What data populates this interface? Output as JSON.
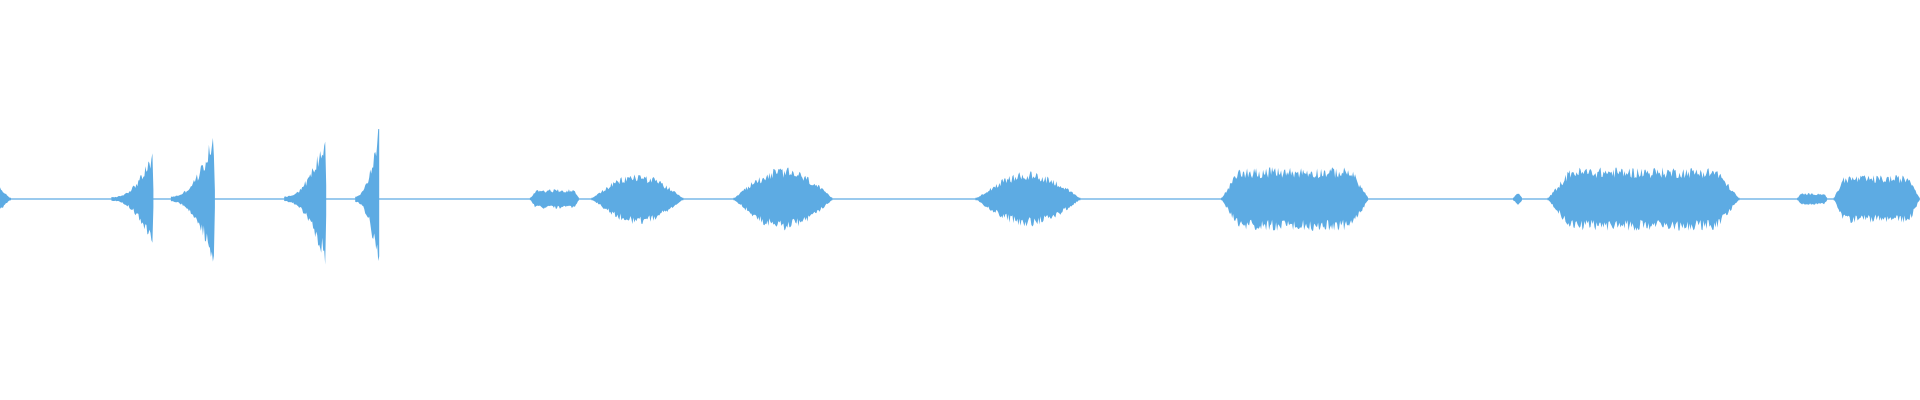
{
  "waveform": {
    "color": "#5dabe3",
    "background": "#ffffff",
    "time_range": [
      0,
      1
    ],
    "amplitude_range": [
      -1,
      1
    ],
    "baseline_amplitude": 0.006,
    "segments": [
      {
        "start": 0.0,
        "end": 0.006,
        "peak": 0.06,
        "shape": "decay"
      },
      {
        "start": 0.058,
        "end": 0.08,
        "peak": 0.25,
        "shape": "rise"
      },
      {
        "start": 0.089,
        "end": 0.112,
        "peak": 0.36,
        "shape": "rise"
      },
      {
        "start": 0.148,
        "end": 0.17,
        "peak": 0.36,
        "shape": "rise"
      },
      {
        "start": 0.185,
        "end": 0.198,
        "peak": 0.42,
        "shape": "rise"
      },
      {
        "start": 0.276,
        "end": 0.302,
        "peak": 0.05,
        "shape": "plateau"
      },
      {
        "start": 0.308,
        "end": 0.356,
        "peak": 0.13,
        "shape": "bell"
      },
      {
        "start": 0.382,
        "end": 0.434,
        "peak": 0.16,
        "shape": "bell"
      },
      {
        "start": 0.508,
        "end": 0.563,
        "peak": 0.14,
        "shape": "bell"
      },
      {
        "start": 0.636,
        "end": 0.713,
        "peak": 0.16,
        "shape": "plateau"
      },
      {
        "start": 0.788,
        "end": 0.793,
        "peak": 0.03,
        "shape": "bell"
      },
      {
        "start": 0.806,
        "end": 0.906,
        "peak": 0.16,
        "shape": "plateau"
      },
      {
        "start": 0.936,
        "end": 0.952,
        "peak": 0.03,
        "shape": "plateau"
      },
      {
        "start": 0.955,
        "end": 1.0,
        "peak": 0.12,
        "shape": "plateau"
      }
    ]
  }
}
